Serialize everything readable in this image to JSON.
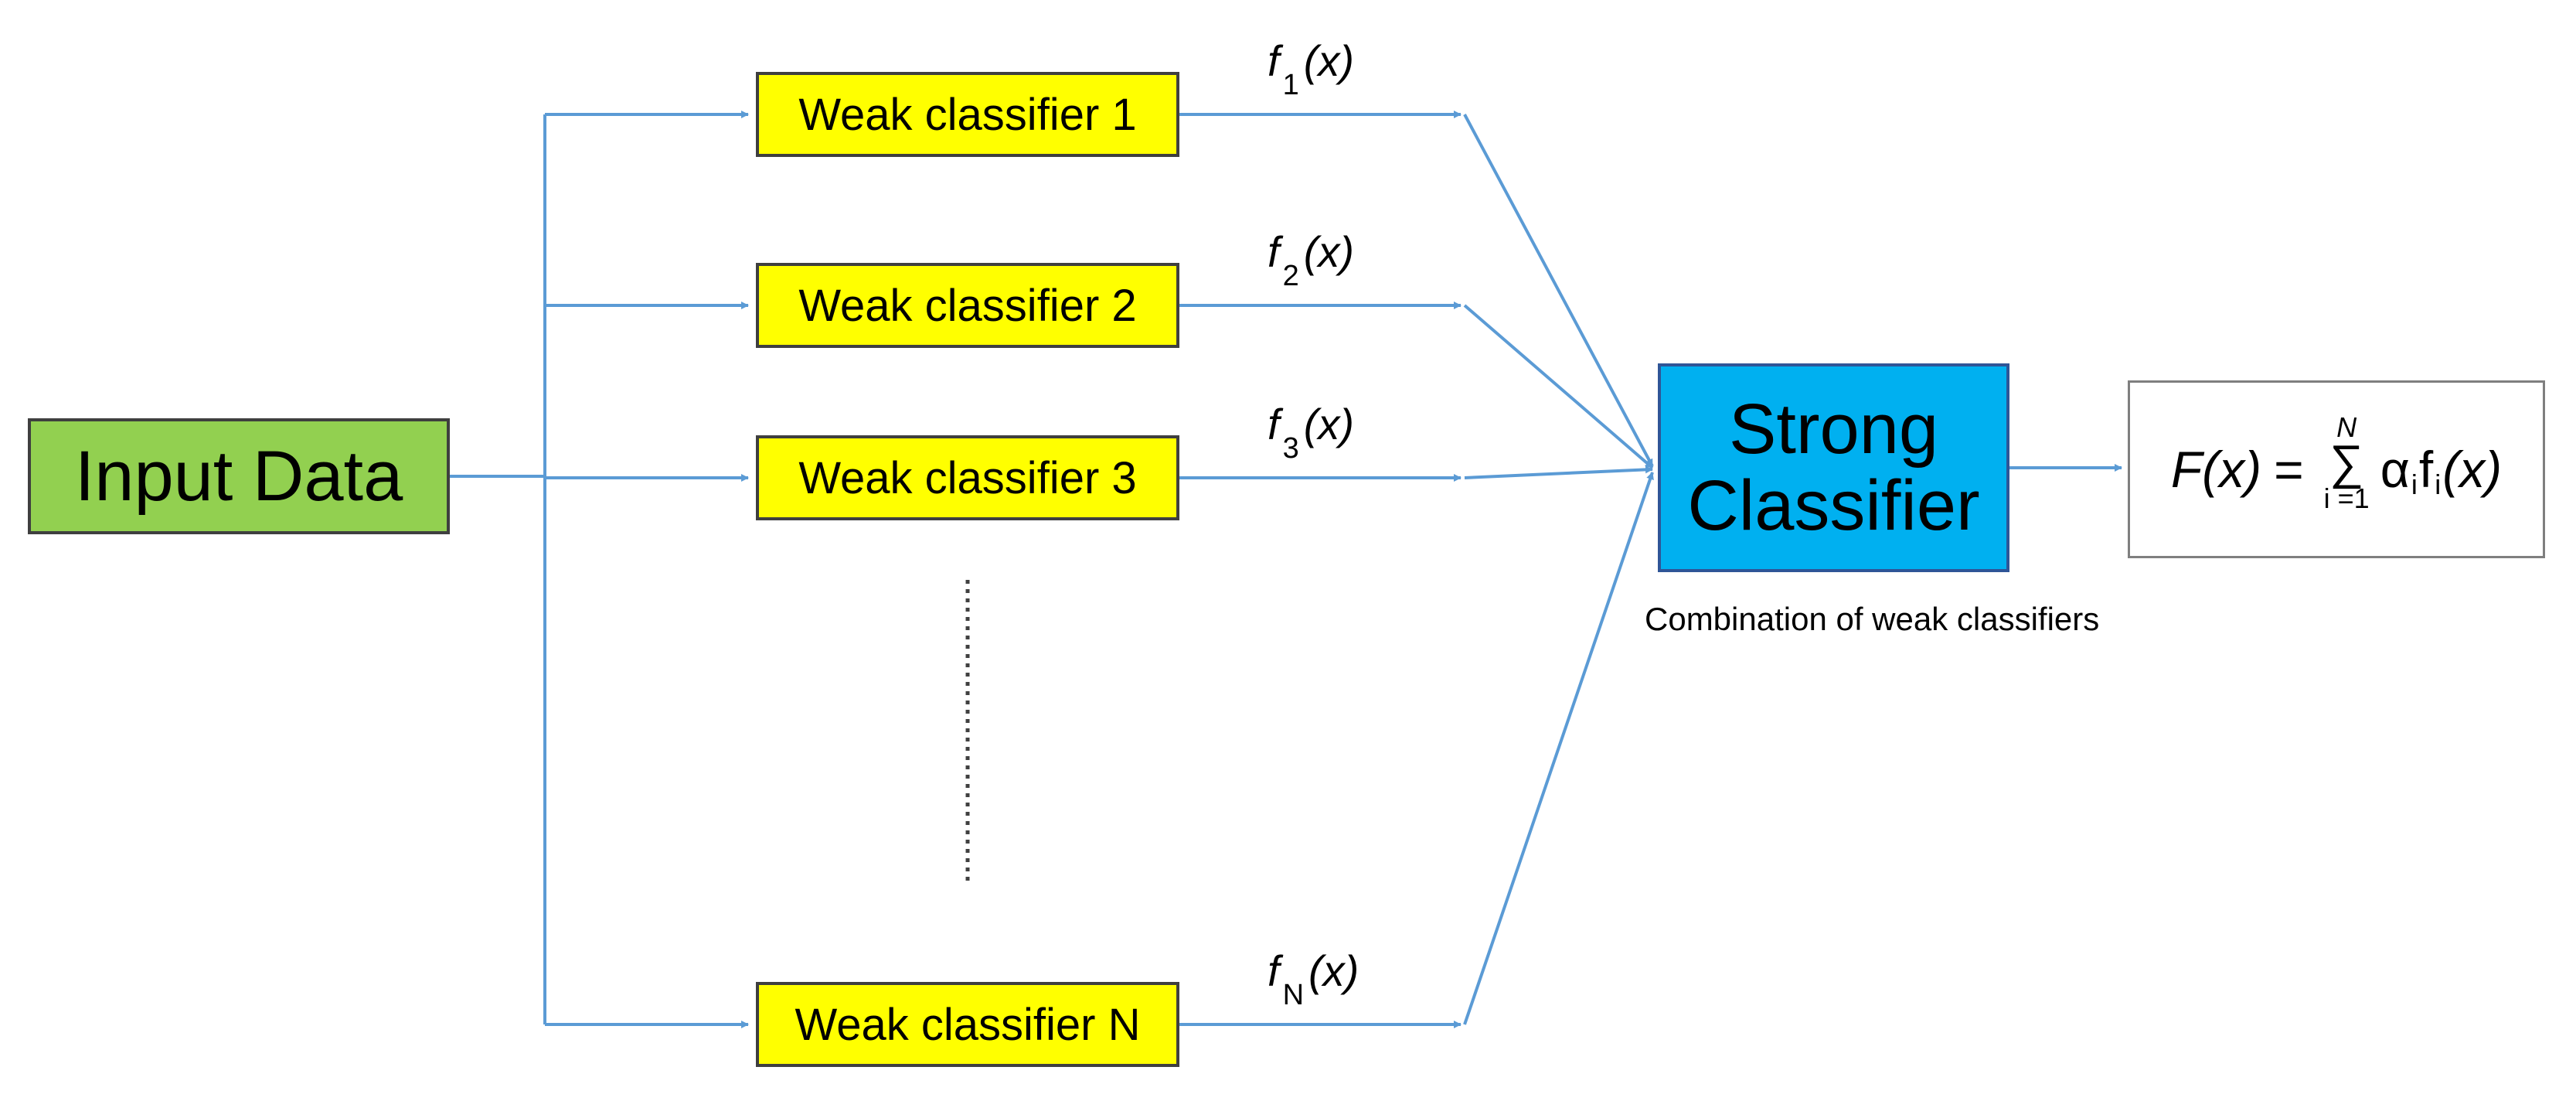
{
  "input": {
    "label": "Input Data"
  },
  "weak_classifiers": [
    {
      "label": "Weak classifier 1",
      "output_fn": "f",
      "output_sub": "1",
      "output_arg": "(x)"
    },
    {
      "label": "Weak classifier 2",
      "output_fn": "f",
      "output_sub": "2",
      "output_arg": "(x)"
    },
    {
      "label": "Weak classifier 3",
      "output_fn": "f",
      "output_sub": "3",
      "output_arg": "(x)"
    },
    {
      "label": "Weak classifier N",
      "output_fn": "f",
      "output_sub": "N",
      "output_arg": "(x)"
    }
  ],
  "strong": {
    "line1": "Strong",
    "line2": "Classifier",
    "note": "Combination of weak classifiers"
  },
  "formula": {
    "lhs_fn": "F",
    "lhs_arg": "(x)",
    "equals": "=",
    "sum_upper": "N",
    "sum_symbol": "∑",
    "sum_lower": "i =1",
    "alpha": "α",
    "alpha_sub": "i",
    "f": "f",
    "f_sub": "i",
    "arg": "(x)"
  },
  "colors": {
    "connector": "#5b9bd5",
    "input_fill": "#92d050",
    "weak_fill": "#ffff00",
    "strong_fill": "#00b0f0"
  }
}
